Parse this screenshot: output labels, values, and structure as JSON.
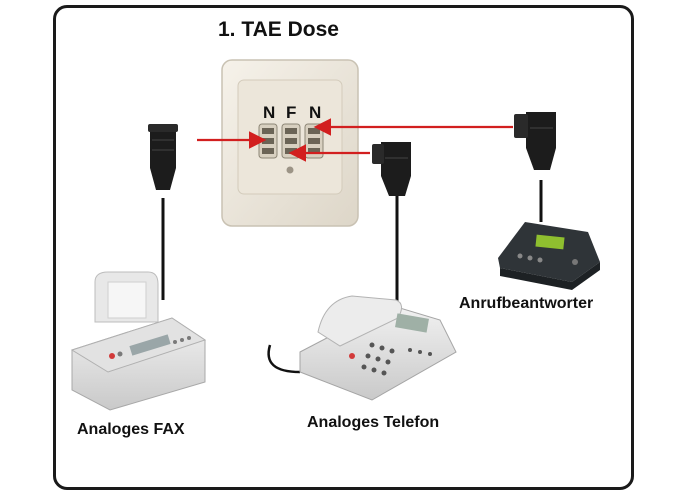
{
  "diagram": {
    "title": "1. TAE Dose",
    "socket": {
      "letters": [
        "N",
        "F",
        "N"
      ]
    },
    "devices": {
      "fax": {
        "label": "Analoges FAX"
      },
      "telefon": {
        "label": "Analoges Telefon"
      },
      "anrufbeantworter": {
        "label": "Anrufbeantworter"
      }
    },
    "colors": {
      "arrow": "#d21f1f",
      "frame": "#1a1a1a",
      "socket": "#efeadf",
      "cable": "#111111"
    }
  }
}
